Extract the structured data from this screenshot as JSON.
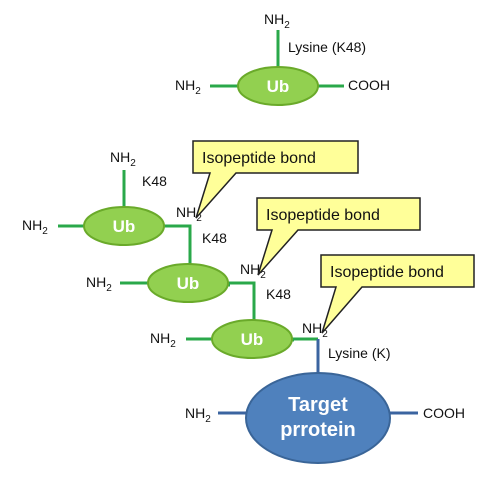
{
  "colors": {
    "ubiquitin_fill": "#92d050",
    "ubiquitin_stroke": "#6aaa2a",
    "green_line": "#2aa84a",
    "target_fill": "#4f81bd",
    "target_stroke": "#3a6598",
    "blue_line": "#3b64a0",
    "callout_fill": "#ffff99",
    "callout_stroke": "#222222"
  },
  "ub_label": "Ub",
  "nh": "NH",
  "nh_sub": "2",
  "top": {
    "lysine_label": "Lysine (K48)",
    "cooh": "COOH"
  },
  "chain": {
    "k48": "K48"
  },
  "callout_text": "Isopeptide bond",
  "target": {
    "line1": "Target",
    "line2": "prrotein",
    "lysine_label": "Lysine (K)",
    "cooh": "COOH"
  }
}
